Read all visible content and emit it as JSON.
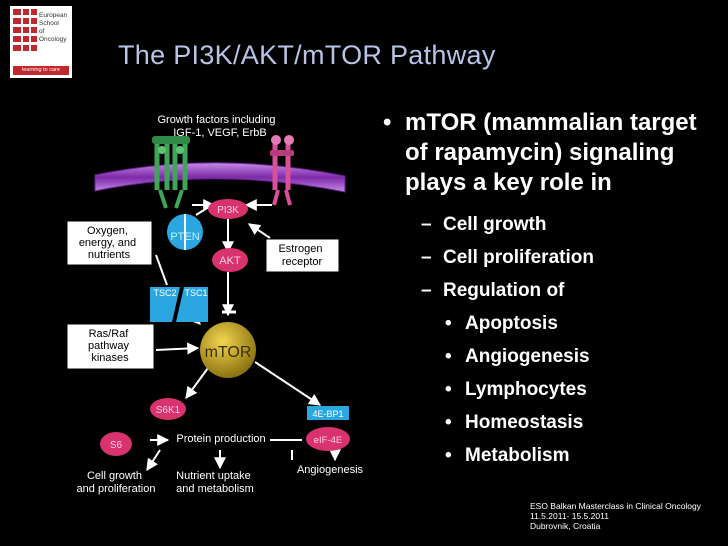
{
  "logo": {
    "name_lines": [
      "European",
      "School",
      "of",
      "Oncology"
    ],
    "tagline": "learning to care",
    "colors": {
      "red": "#c0282d"
    }
  },
  "title": "The PI3K/AKT/mTOR Pathway",
  "bullets": {
    "main": "mTOR (mammalian target of rapamycin) signaling plays a key role in",
    "sub": [
      {
        "text": "Cell growth"
      },
      {
        "text": "Cell proliferation"
      },
      {
        "text": "Regulation of",
        "children": [
          "Apoptosis",
          "Angiogenesis",
          "Lymphocytes",
          "Homeostasis",
          "Metabolism"
        ]
      }
    ]
  },
  "footer": {
    "lines": [
      "ESO Balkan Masterclass in Clinical Oncology",
      "11.5.2011- 15.5.2011",
      "Dubrovnik, Croatia"
    ]
  },
  "diagram": {
    "growth_factors": "Growth factors including IGF-1, VEGF, ErbB",
    "growth_factors_lines": [
      "Growth factors including",
      "IGF-1, VEGF, ErbB"
    ],
    "nodes": {
      "pi3k": "PI3K",
      "pten": "PTEN",
      "akt": "AKT",
      "tsc2": "TSC2",
      "tsc1": "TSC1",
      "mtor": "mTOR",
      "s6k1": "S6K1",
      "s6": "S6",
      "ebp1": "4E-BP1",
      "eif4e": "eIF-4E"
    },
    "boxes": {
      "oxygen_lines": [
        "Oxygen,",
        "energy, and",
        "nutrients"
      ],
      "estrogen_lines": [
        "Estrogen",
        "receptor"
      ],
      "rasraf_lines": [
        "Ras/Raf",
        "pathway",
        "kinases"
      ]
    },
    "labels": {
      "protein_production": "Protein production",
      "angiogenesis": "Angiogenesis",
      "cell_growth_lines": [
        "Cell growth",
        "and proliferation"
      ],
      "nutrient_lines": [
        "Nutrient uptake",
        "and metabolism"
      ]
    },
    "colors": {
      "pink": "#d8336e",
      "blue": "#2aa6e0",
      "mtor": "#c7a520",
      "membrane": "#9b3fc9",
      "receptor_green": "#3fa657",
      "receptor_pink": "#d94f9a"
    }
  }
}
